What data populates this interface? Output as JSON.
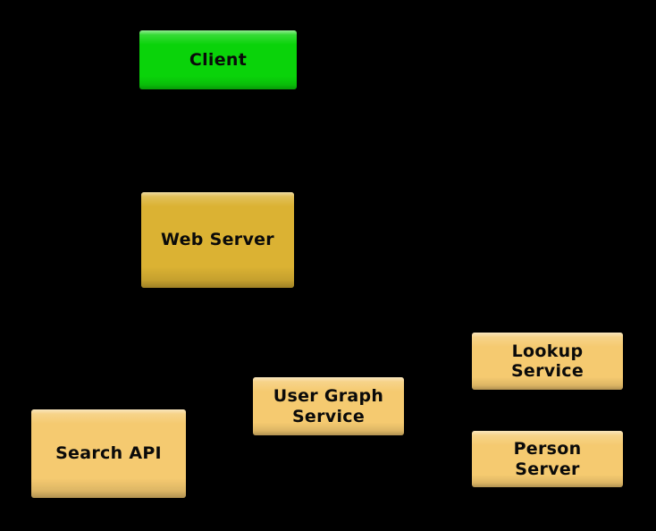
{
  "diagram": {
    "background_color": "#000000",
    "node_text_color": "#0a0a0a",
    "colors": {
      "client_green": "#0AD30A",
      "web_server_gold": "#DBB233",
      "service_light_gold": "#F5CA70"
    },
    "nodes": [
      {
        "id": "client",
        "label": "Client",
        "lines": [
          "Client"
        ],
        "fill": "#0AD30A"
      },
      {
        "id": "web-server",
        "label": "Web Server",
        "lines": [
          "Web Server"
        ],
        "fill": "#DBB233"
      },
      {
        "id": "search-api",
        "label": "Search API",
        "lines": [
          "Search API"
        ],
        "fill": "#F5CA70"
      },
      {
        "id": "user-graph-service",
        "label": "User Graph Service",
        "lines": [
          "User Graph",
          "Service"
        ],
        "fill": "#F5CA70"
      },
      {
        "id": "lookup-service",
        "label": "Lookup Service",
        "lines": [
          "Lookup",
          "Service"
        ],
        "fill": "#F5CA70"
      },
      {
        "id": "person-server",
        "label": "Person Server",
        "lines": [
          "Person",
          "Server"
        ],
        "fill": "#F5CA70"
      }
    ]
  }
}
